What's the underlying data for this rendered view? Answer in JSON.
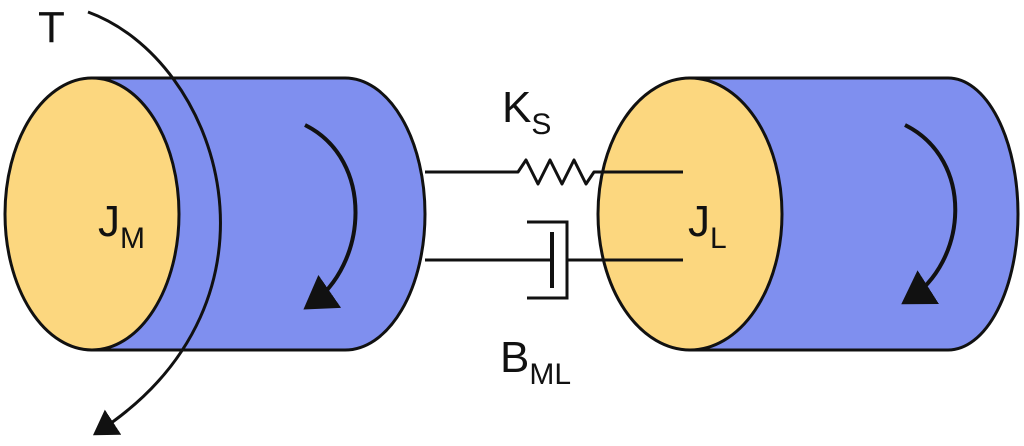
{
  "labels": {
    "torque": "T",
    "motor_inertia": {
      "main": "J",
      "sub": "M"
    },
    "load_inertia": {
      "main": "J",
      "sub": "L"
    },
    "spring": {
      "main": "K",
      "sub": "S"
    },
    "damper": {
      "main": "B",
      "sub": "ML"
    }
  },
  "colors": {
    "cylinder_body": "#7f8fef",
    "cylinder_face": "#fcd77f",
    "stroke": "#111111",
    "background": "#ffffff"
  }
}
